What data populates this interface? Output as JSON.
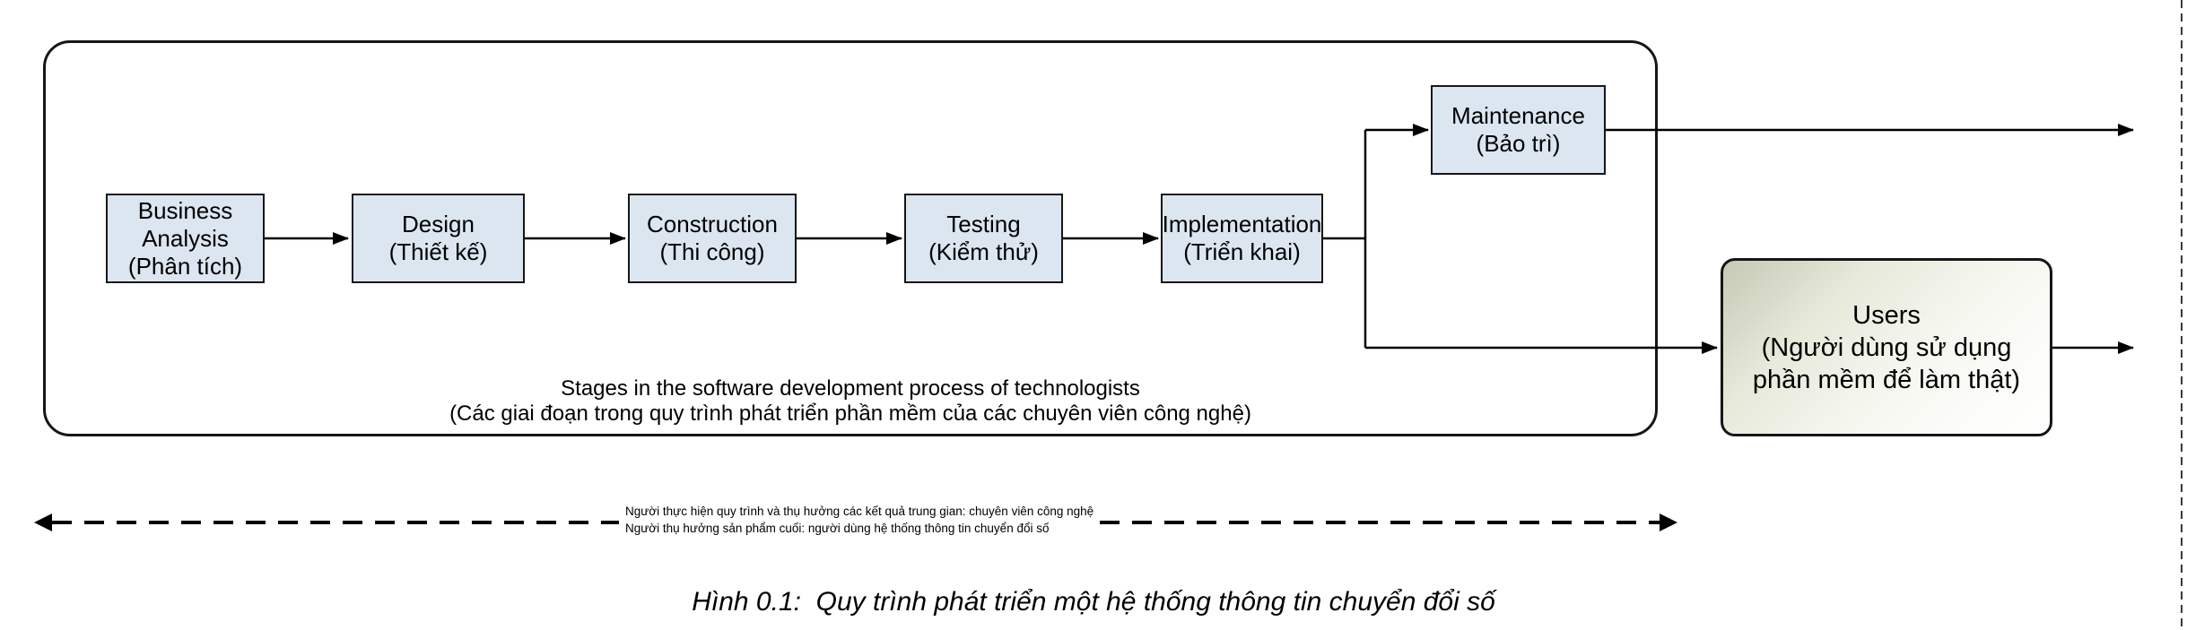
{
  "diagram": {
    "stages": [
      {
        "en": "Business Analysis",
        "vi": "(Phân tích)"
      },
      {
        "en": "Design",
        "vi": "(Thiết kế)"
      },
      {
        "en": "Construction",
        "vi": "(Thi công)"
      },
      {
        "en": "Testing",
        "vi": "(Kiểm thử)"
      },
      {
        "en": "Implementation",
        "vi": "(Triển khai)"
      }
    ],
    "maintenance": {
      "en": "Maintenance",
      "vi": "(Bảo trì)"
    },
    "users": {
      "name": "Users",
      "desc_line1": "(Người dùng sử dụng",
      "desc_line2": "phần mềm để làm thật)"
    },
    "container_caption": {
      "line1": "Stages in the software development process of technologists",
      "line2": "(Các giai đoạn trong quy trình phát triển phần mềm của các chuyên viên công nghệ)"
    },
    "dashed_note": {
      "line1": "Người thực hiện quy trình và thụ hưởng các kết quả trung gian: chuyên viên công nghệ",
      "line2": "Người thụ hưởng sản phẩm cuối: người dùng hệ thống thông tin chuyển đổi số"
    },
    "figure_caption": "Hình 0.1:  Quy trình phát triển một hệ thống thông tin chuyển đổi số",
    "flow": [
      "Business Analysis -> Design",
      "Design -> Construction",
      "Construction -> Testing",
      "Testing -> Implementation",
      "Implementation -> Maintenance",
      "Implementation -> Users",
      "Maintenance -> (out right)",
      "Users -> (out right)"
    ],
    "colors": {
      "stage_fill": "#dce6f1",
      "users_gradient_start": "#c6c9b5",
      "users_gradient_end": "#ffffff",
      "line": "#000000",
      "background": "#ffffff"
    }
  }
}
